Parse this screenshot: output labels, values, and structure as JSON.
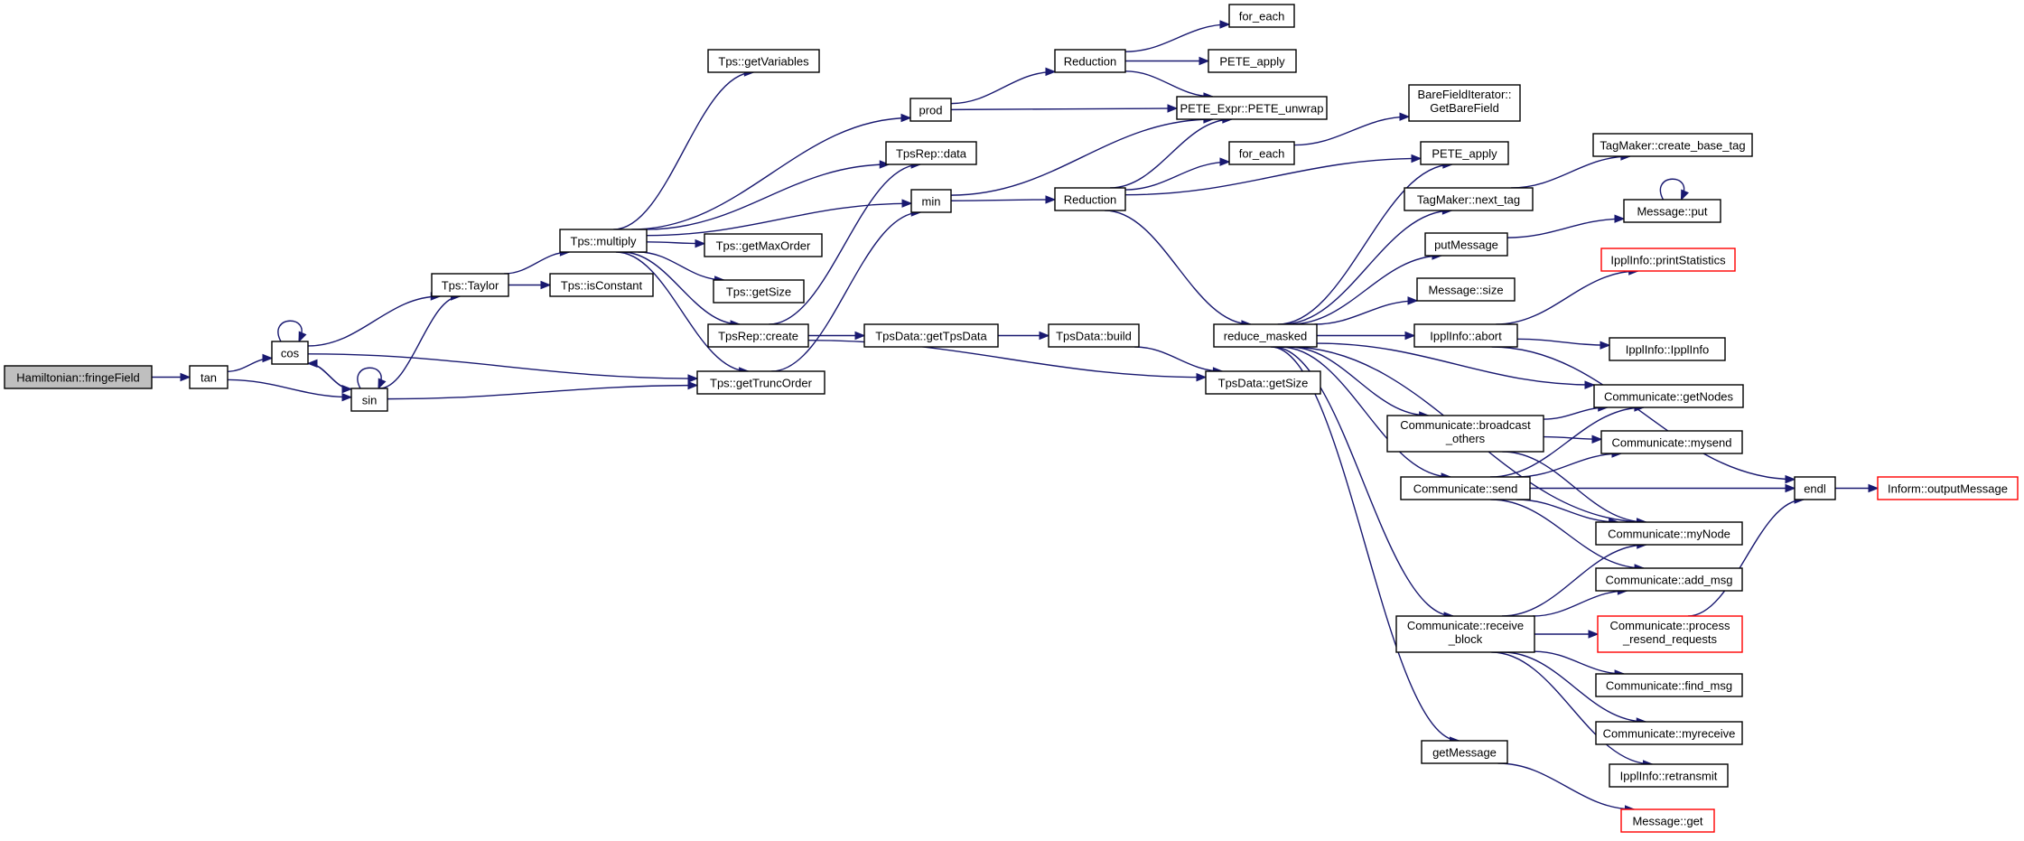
{
  "diagram": {
    "colors": {
      "edge": "#191970",
      "root_fill": "#bfbfbf",
      "node_fill": "#ffffff",
      "node_border": "#000000",
      "red_border": "#ff0000"
    },
    "nodes": {
      "n_fringe": {
        "lines": [
          "Hamiltonian::fringeField"
        ],
        "style": "root"
      },
      "n_tan": {
        "lines": [
          "tan"
        ]
      },
      "n_cos": {
        "lines": [
          "cos"
        ]
      },
      "n_sin": {
        "lines": [
          "sin"
        ]
      },
      "n_taylor": {
        "lines": [
          "Tps::Taylor"
        ]
      },
      "n_multiply": {
        "lines": [
          "Tps::multiply"
        ]
      },
      "n_isconst": {
        "lines": [
          "Tps::isConstant"
        ]
      },
      "n_getvars": {
        "lines": [
          "Tps::getVariables"
        ]
      },
      "n_prod": {
        "lines": [
          "prod"
        ]
      },
      "n_tpsrepdata": {
        "lines": [
          "TpsRep::data"
        ]
      },
      "n_min": {
        "lines": [
          "min"
        ]
      },
      "n_getmaxorder": {
        "lines": [
          "Tps::getMaxOrder"
        ]
      },
      "n_getsize": {
        "lines": [
          "Tps::getSize"
        ]
      },
      "n_tpsrepcreate": {
        "lines": [
          "TpsRep::create"
        ]
      },
      "n_gettrunc": {
        "lines": [
          "Tps::getTruncOrder"
        ]
      },
      "n_gettpsdata": {
        "lines": [
          "TpsData::getTpsData"
        ]
      },
      "n_tpsbuild": {
        "lines": [
          "TpsData::build"
        ]
      },
      "n_tpsgetsize": {
        "lines": [
          "TpsData::getSize"
        ]
      },
      "n_red1": {
        "lines": [
          "Reduction"
        ]
      },
      "n_red2": {
        "lines": [
          "Reduction"
        ]
      },
      "n_foreach1": {
        "lines": [
          "for_each"
        ]
      },
      "n_peteapply1": {
        "lines": [
          "PETE_apply"
        ]
      },
      "n_unwrap": {
        "lines": [
          "PETE_Expr::PETE_unwrap"
        ]
      },
      "n_foreach2": {
        "lines": [
          "for_each"
        ]
      },
      "n_barefield": {
        "lines": [
          "BareFieldIterator::",
          "GetBareField"
        ]
      },
      "n_peteapply2": {
        "lines": [
          "PETE_apply"
        ]
      },
      "n_reduce": {
        "lines": [
          "reduce_masked"
        ]
      },
      "n_createtag": {
        "lines": [
          "TagMaker::create_base_tag"
        ]
      },
      "n_nexttag": {
        "lines": [
          "TagMaker::next_tag"
        ]
      },
      "n_msgput": {
        "lines": [
          "Message::put"
        ]
      },
      "n_putmessage": {
        "lines": [
          "putMessage"
        ]
      },
      "n_printstats": {
        "lines": [
          "IpplInfo::printStatistics"
        ],
        "style": "red"
      },
      "n_msgsize": {
        "lines": [
          "Message::size"
        ]
      },
      "n_abort": {
        "lines": [
          "IpplInfo::abort"
        ]
      },
      "n_ipplinfo": {
        "lines": [
          "IpplInfo::IpplInfo"
        ]
      },
      "n_getnodes": {
        "lines": [
          "Communicate::getNodes"
        ]
      },
      "n_broadcast": {
        "lines": [
          "Communicate::broadcast",
          "_others"
        ]
      },
      "n_mysend": {
        "lines": [
          "Communicate::mysend"
        ]
      },
      "n_send": {
        "lines": [
          "Communicate::send"
        ]
      },
      "n_endl": {
        "lines": [
          "endl"
        ]
      },
      "n_outmsg": {
        "lines": [
          "Inform::outputMessage"
        ],
        "style": "red"
      },
      "n_mynode": {
        "lines": [
          "Communicate::myNode"
        ]
      },
      "n_addmsg": {
        "lines": [
          "Communicate::add_msg"
        ]
      },
      "n_recvblock": {
        "lines": [
          "Communicate::receive",
          "_block"
        ]
      },
      "n_procresend": {
        "lines": [
          "Communicate::process",
          "_resend_requests"
        ],
        "style": "red"
      },
      "n_findmsg": {
        "lines": [
          "Communicate::find_msg"
        ]
      },
      "n_myreceive": {
        "lines": [
          "Communicate::myreceive"
        ]
      },
      "n_retransmit": {
        "lines": [
          "IpplInfo::retransmit"
        ]
      },
      "n_getmessage": {
        "lines": [
          "getMessage"
        ]
      },
      "n_msgget": {
        "lines": [
          "Message::get"
        ],
        "style": "red"
      }
    },
    "edges": [
      [
        "n_fringe",
        "n_tan"
      ],
      [
        "n_tan",
        "n_cos"
      ],
      [
        "n_tan",
        "n_sin"
      ],
      [
        "n_cos",
        "n_cos"
      ],
      [
        "n_cos",
        "n_sin"
      ],
      [
        "n_cos",
        "n_taylor"
      ],
      [
        "n_cos",
        "n_gettrunc"
      ],
      [
        "n_sin",
        "n_cos"
      ],
      [
        "n_sin",
        "n_sin"
      ],
      [
        "n_sin",
        "n_taylor"
      ],
      [
        "n_sin",
        "n_gettrunc"
      ],
      [
        "n_taylor",
        "n_multiply"
      ],
      [
        "n_taylor",
        "n_isconst"
      ],
      [
        "n_multiply",
        "n_getvars"
      ],
      [
        "n_multiply",
        "n_prod"
      ],
      [
        "n_multiply",
        "n_tpsrepdata"
      ],
      [
        "n_multiply",
        "n_min"
      ],
      [
        "n_multiply",
        "n_getmaxorder"
      ],
      [
        "n_multiply",
        "n_getsize"
      ],
      [
        "n_multiply",
        "n_tpsrepcreate"
      ],
      [
        "n_multiply",
        "n_gettrunc"
      ],
      [
        "n_tpsrepcreate",
        "n_tpsrepdata"
      ],
      [
        "n_tpsrepcreate",
        "n_gettpsdata"
      ],
      [
        "n_tpsrepcreate",
        "n_tpsgetsize"
      ],
      [
        "n_gettrunc",
        "n_min"
      ],
      [
        "n_gettpsdata",
        "n_tpsbuild"
      ],
      [
        "n_tpsbuild",
        "n_tpsgetsize"
      ],
      [
        "n_prod",
        "n_red1"
      ],
      [
        "n_prod",
        "n_unwrap"
      ],
      [
        "n_red1",
        "n_foreach1"
      ],
      [
        "n_red1",
        "n_peteapply1"
      ],
      [
        "n_red1",
        "n_unwrap"
      ],
      [
        "n_min",
        "n_unwrap"
      ],
      [
        "n_min",
        "n_red2"
      ],
      [
        "n_red2",
        "n_unwrap"
      ],
      [
        "n_red2",
        "n_foreach2"
      ],
      [
        "n_red2",
        "n_peteapply2"
      ],
      [
        "n_red2",
        "n_reduce"
      ],
      [
        "n_foreach2",
        "n_barefield"
      ],
      [
        "n_reduce",
        "n_peteapply2"
      ],
      [
        "n_reduce",
        "n_nexttag"
      ],
      [
        "n_reduce",
        "n_putmessage"
      ],
      [
        "n_reduce",
        "n_msgsize"
      ],
      [
        "n_reduce",
        "n_abort"
      ],
      [
        "n_reduce",
        "n_getnodes"
      ],
      [
        "n_reduce",
        "n_broadcast"
      ],
      [
        "n_reduce",
        "n_send"
      ],
      [
        "n_reduce",
        "n_mynode"
      ],
      [
        "n_reduce",
        "n_recvblock"
      ],
      [
        "n_reduce",
        "n_getmessage"
      ],
      [
        "n_nexttag",
        "n_createtag"
      ],
      [
        "n_putmessage",
        "n_msgput"
      ],
      [
        "n_msgput",
        "n_msgput"
      ],
      [
        "n_abort",
        "n_printstats"
      ],
      [
        "n_abort",
        "n_ipplinfo"
      ],
      [
        "n_abort",
        "n_endl"
      ],
      [
        "n_broadcast",
        "n_getnodes"
      ],
      [
        "n_broadcast",
        "n_mysend"
      ],
      [
        "n_broadcast",
        "n_mynode"
      ],
      [
        "n_send",
        "n_getnodes"
      ],
      [
        "n_send",
        "n_mysend"
      ],
      [
        "n_send",
        "n_endl"
      ],
      [
        "n_send",
        "n_mynode"
      ],
      [
        "n_send",
        "n_addmsg"
      ],
      [
        "n_endl",
        "n_outmsg"
      ],
      [
        "n_recvblock",
        "n_mynode"
      ],
      [
        "n_recvblock",
        "n_addmsg"
      ],
      [
        "n_recvblock",
        "n_procresend"
      ],
      [
        "n_recvblock",
        "n_findmsg"
      ],
      [
        "n_recvblock",
        "n_myreceive"
      ],
      [
        "n_recvblock",
        "n_retransmit"
      ],
      [
        "n_procresend",
        "n_endl"
      ],
      [
        "n_getmessage",
        "n_msgget"
      ]
    ]
  }
}
